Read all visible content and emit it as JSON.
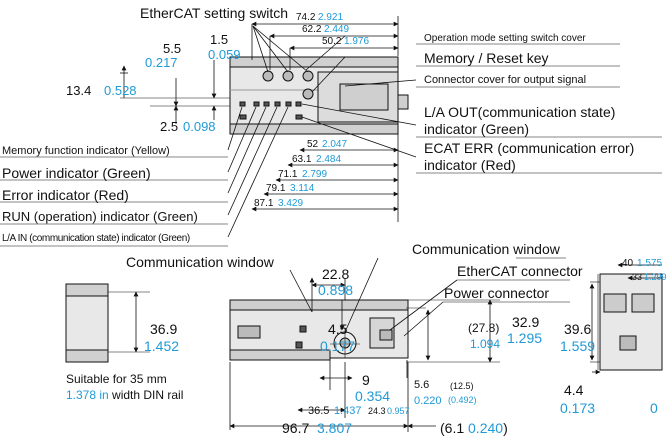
{
  "colors": {
    "line": "#111111",
    "inch": "#1f9ad6",
    "body_fill": "#e6e6e6",
    "body_dark": "#9a9a9a"
  },
  "labels": {
    "ethercat_switch": "EtherCAT setting switch",
    "op_mode_cover": "Operation mode setting switch cover",
    "memory_reset_key": "Memory / Reset key",
    "connector_cover": "Connector cover for output signal",
    "la_out_1": "L/A OUT(communication state)",
    "la_out_2": "indicator (Green)",
    "ecat_err_1": "ECAT ERR (communication error)",
    "ecat_err_2": "indicator (Red)",
    "memory_function": "Memory function indicator (Yellow)",
    "power_indicator": "Power indicator (Green)",
    "error_indicator": "Error indicator (Red)",
    "run_indicator": "RUN (operation) indicator (Green)",
    "la_in": "L/A IN (communication state) indicator (Green)",
    "comm_window_left": "Communication window",
    "comm_window_right": "Communication window",
    "ethercat_connector": "EtherCAT connector",
    "power_connector": "Power connector",
    "din_1": "Suitable for 35 mm",
    "din_2_inch": "1.378 in",
    "din_2_rest": " width DIN rail"
  },
  "dims": {
    "d5_5": {
      "mm": "5.5",
      "in": "0.217"
    },
    "d1_5": {
      "mm": "1.5",
      "in": "0.059"
    },
    "d13_4": {
      "mm": "13.4",
      "in": "0.528"
    },
    "d2_5": {
      "mm": "2.5",
      "in": "0.098"
    },
    "d74_2": {
      "mm": "74.2",
      "in": "2.921"
    },
    "d62_2": {
      "mm": "62.2",
      "in": "2.449"
    },
    "d50_2": {
      "mm": "50.2",
      "in": "1.976"
    },
    "d52": {
      "mm": "52",
      "in": "2.047"
    },
    "d63_1": {
      "mm": "63.1",
      "in": "2.484"
    },
    "d71_1": {
      "mm": "71.1",
      "in": "2.799"
    },
    "d79_1": {
      "mm": "79.1",
      "in": "3.114"
    },
    "d87_1": {
      "mm": "87.1",
      "in": "3.429"
    },
    "d36_9": {
      "mm": "36.9",
      "in": "1.452"
    },
    "d22_8": {
      "mm": "22.8",
      "in": "0.898"
    },
    "d4_5": {
      "mm": "4.5",
      "in": "0.177"
    },
    "d9": {
      "mm": "9",
      "in": "0.354"
    },
    "d27_8": {
      "mm": "(27.8)",
      "in": "1.094"
    },
    "d32_9": {
      "mm": "32.9",
      "in": "1.295"
    },
    "d5_6": {
      "mm": "5.6",
      "in": "0.220"
    },
    "d12_5": {
      "mm": "(12.5)",
      "in": "(0.492)"
    },
    "d36_5": {
      "mm": "36.5",
      "in": "1.437"
    },
    "d24_3": {
      "mm": "24.3",
      "in": "0.957"
    },
    "d96_7": {
      "mm": "96.7",
      "in": "3.807"
    },
    "d6_1": {
      "mm": "(6.1",
      "in": "0.240",
      "close": ")"
    },
    "d39_6": {
      "mm": "39.6",
      "in": "1.559"
    },
    "d4_4": {
      "mm": "4.4",
      "in": "0.173"
    },
    "d40": {
      "mm": "40",
      "in": "1.575"
    },
    "d33": {
      "mm": "33",
      "in": "1.299"
    },
    "d_cut": {
      "in": "0"
    }
  }
}
